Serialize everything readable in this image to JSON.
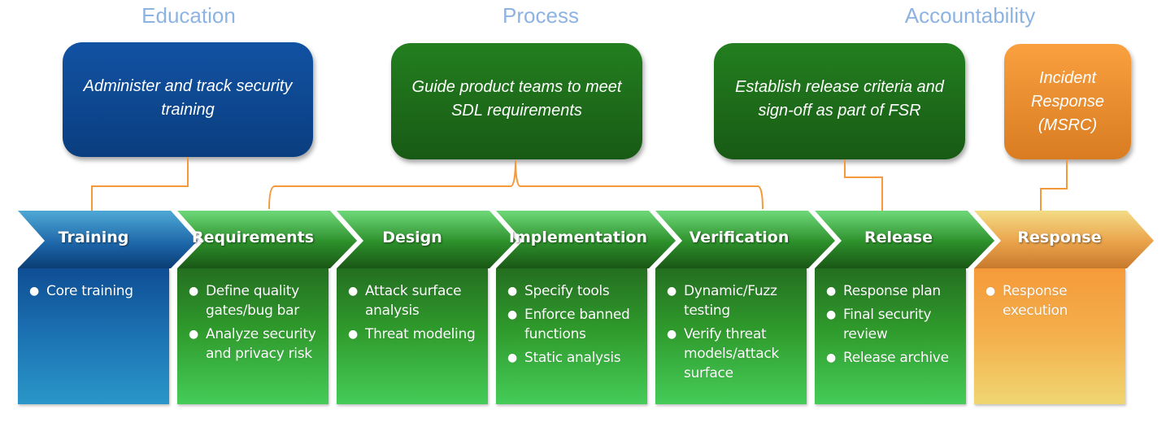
{
  "sections": [
    {
      "title": "Education"
    },
    {
      "title": "Process"
    },
    {
      "title": "Accountability"
    }
  ],
  "top_boxes": [
    {
      "id": "education",
      "text": "Administer and track security training",
      "lines": [
        "Administer and track security",
        "training"
      ]
    },
    {
      "id": "process",
      "text": "Guide product teams to meet SDL requirements",
      "lines": [
        "Guide product teams to meet",
        "SDL requirements"
      ]
    },
    {
      "id": "accountability",
      "text": "Establish release criteria and sign-off as part of FSR",
      "lines": [
        "Establish release criteria and",
        "sign-off as part of FSR"
      ]
    },
    {
      "id": "incident",
      "text": "Incident Response (MSRC)",
      "lines": [
        "Incident",
        "Response",
        "(MSRC)"
      ]
    }
  ],
  "stages": [
    {
      "name": "Training",
      "color": "blue",
      "items": [
        "Core training"
      ]
    },
    {
      "name": "Requirements",
      "color": "green",
      "items": [
        "Define quality gates/bug bar",
        "Analyze security and privacy risk"
      ]
    },
    {
      "name": "Design",
      "color": "green",
      "items": [
        "Attack surface analysis",
        "Threat modeling"
      ]
    },
    {
      "name": "Implementation",
      "color": "green",
      "items": [
        "Specify tools",
        "Enforce banned functions",
        "Static analysis"
      ]
    },
    {
      "name": "Verification",
      "color": "green",
      "items": [
        "Dynamic/Fuzz testing",
        "Verify threat models/attack surface"
      ]
    },
    {
      "name": "Release",
      "color": "green",
      "items": [
        "Response plan",
        "Final security review",
        "Release archive"
      ]
    },
    {
      "name": "Response",
      "color": "orange",
      "items": [
        "Response execution"
      ]
    }
  ],
  "colors": {
    "section_title": "#8db3e2",
    "connector": "#f59a3a",
    "blue": "#0f4e94",
    "green": "#237f1f",
    "orange": "#f59a3a",
    "bullet_symbol": "●"
  }
}
